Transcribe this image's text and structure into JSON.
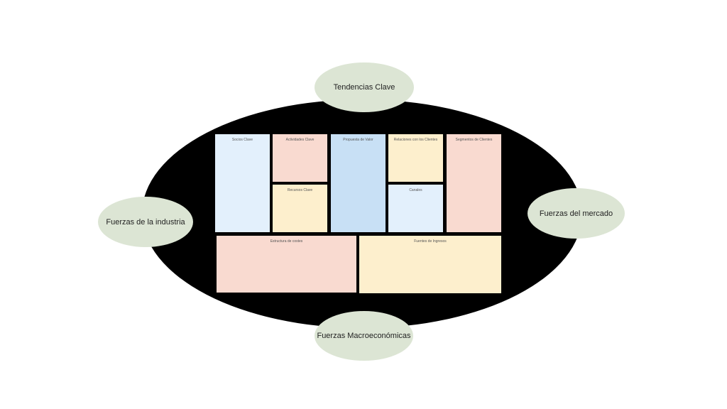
{
  "ovals": {
    "top": "Tendencias Clave",
    "left": "Fuerzas de la industria",
    "right": "Fuerzas del mercado",
    "bottom": "Fuerzas Macroeconómicas"
  },
  "canvas": {
    "socios": "Socios Clave",
    "actividades": "Actividades Clave",
    "recursos": "Recursos Clave",
    "propuesta": "Propuesta de Valor",
    "relaciones": "Relaciones con los Clientes",
    "canales": "Canales",
    "segmentos": "Segmentos de Clientes",
    "costes": "Estructura de costes",
    "ingresos": "Fuentes de Ingresos"
  },
  "colors": {
    "light_blue": "#e3f0fc",
    "salmon": "#f9dad0",
    "yellow": "#fdefcd",
    "blue": "#c8e0f5",
    "oval": "#dce5d4"
  }
}
